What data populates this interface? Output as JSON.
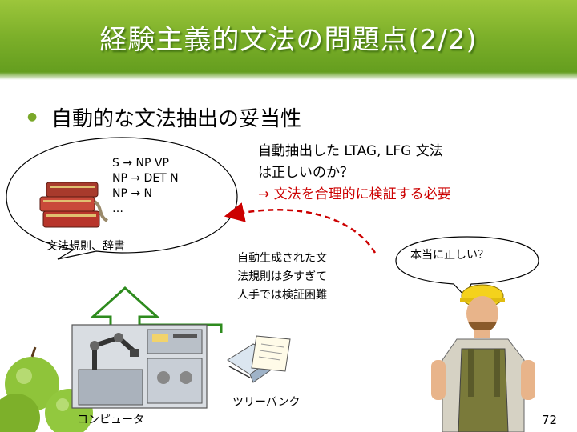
{
  "slide": {
    "title": "経験主義的文法の問題点(2/2)",
    "heading": "自動的な文法抽出の妥当性",
    "rules": [
      "S → NP VP",
      "NP → DET N",
      "NP → N",
      "…"
    ],
    "rules_caption": "文法規則、辞書",
    "question_line1": "自動抽出した LTAG, LFG 文法",
    "question_line2": "は正しいのか？",
    "question_line3": "→ 文法を合理的に検証する必要",
    "note_line1": "自動生成された文",
    "note_line2": "法規則は多すぎて",
    "note_line3": "人手では検証困難",
    "worker_speech": "本当に正しい？",
    "computer_label": "コンピュータ",
    "treebank_label": "ツリーバンク",
    "page_number": "72"
  },
  "colors": {
    "title_green": "#7db02a",
    "accent_red": "#cc0000",
    "arrow_green": "#2e8b1e"
  }
}
